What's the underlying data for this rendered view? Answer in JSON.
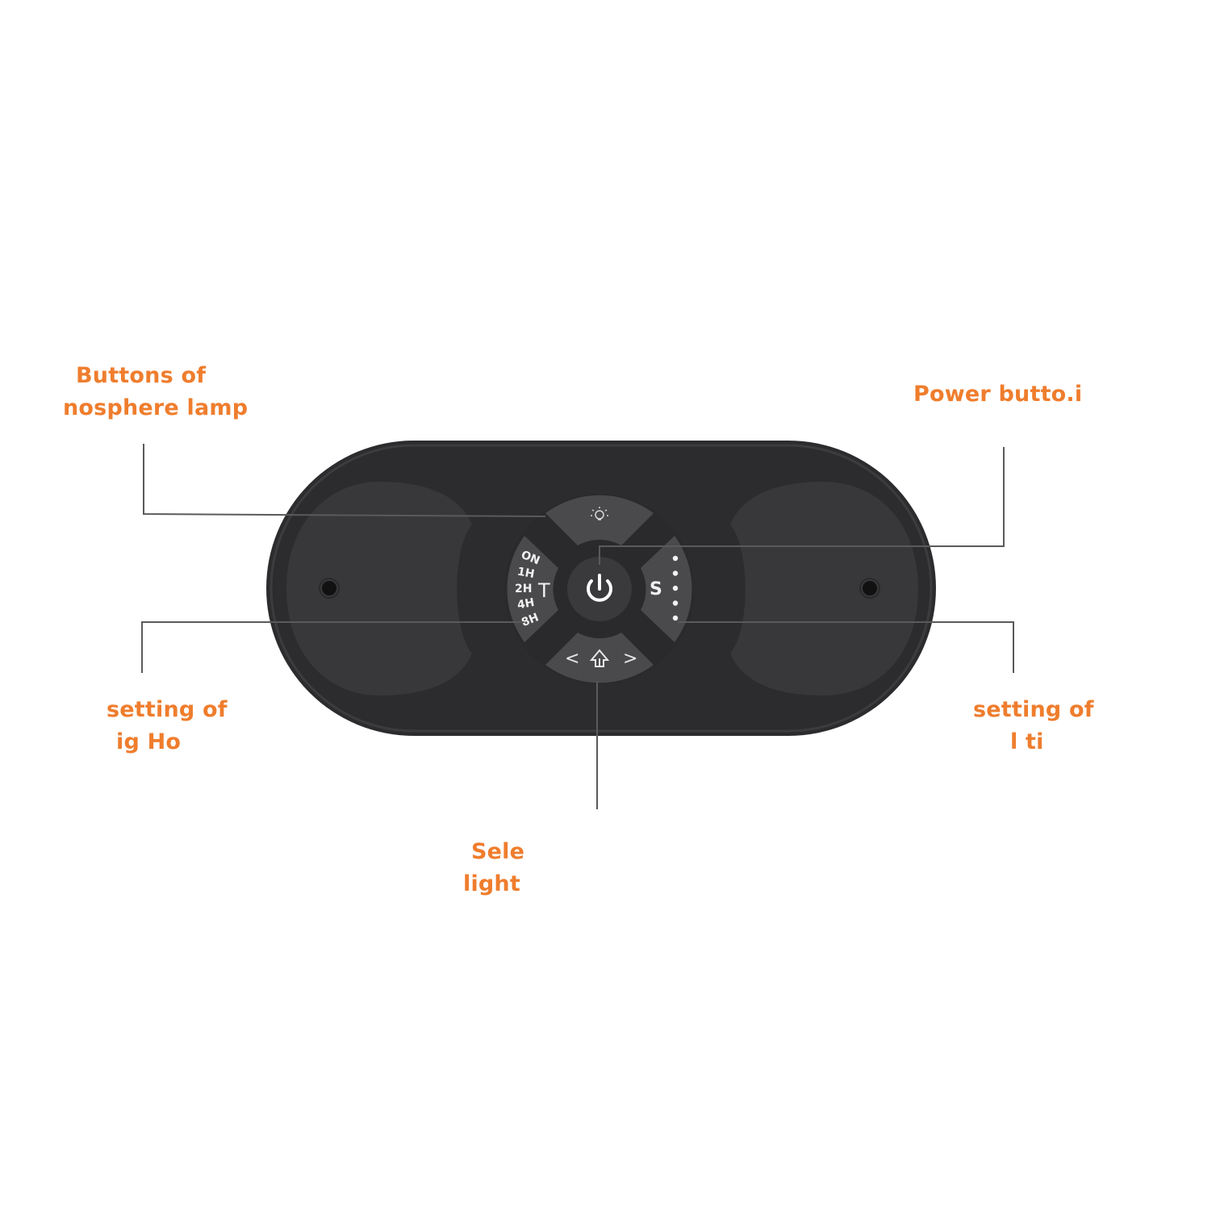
{
  "labels": {
    "lamp_buttons": {
      "line1": "Buttons of",
      "line2": "nosphere lamp"
    },
    "power_button": {
      "line1": "Power butto.i"
    },
    "timer_setting": {
      "line1": "setting of",
      "line2": "ig Ho"
    },
    "speed_setting": {
      "line1": "setting of",
      "line2": "l ti"
    },
    "select_light": {
      "line1": "Sele",
      "line2": "light"
    }
  },
  "remote": {
    "timer_options": [
      "ON",
      "1H",
      "2H",
      "4H",
      "8H"
    ],
    "timer_letter": "T",
    "speed_letter": "S",
    "speed_levels": 5,
    "power_icon": "power-icon",
    "lamp_icon": "bulb-icon",
    "mode_icon": "light-mode-icon",
    "prev_glyph": "<",
    "next_glyph": ">"
  },
  "colors": {
    "accent": "#ef7d2d",
    "body": "#2e2e30",
    "pad": "#3a3a3c",
    "button": "#48484b",
    "leader": "#555555"
  }
}
